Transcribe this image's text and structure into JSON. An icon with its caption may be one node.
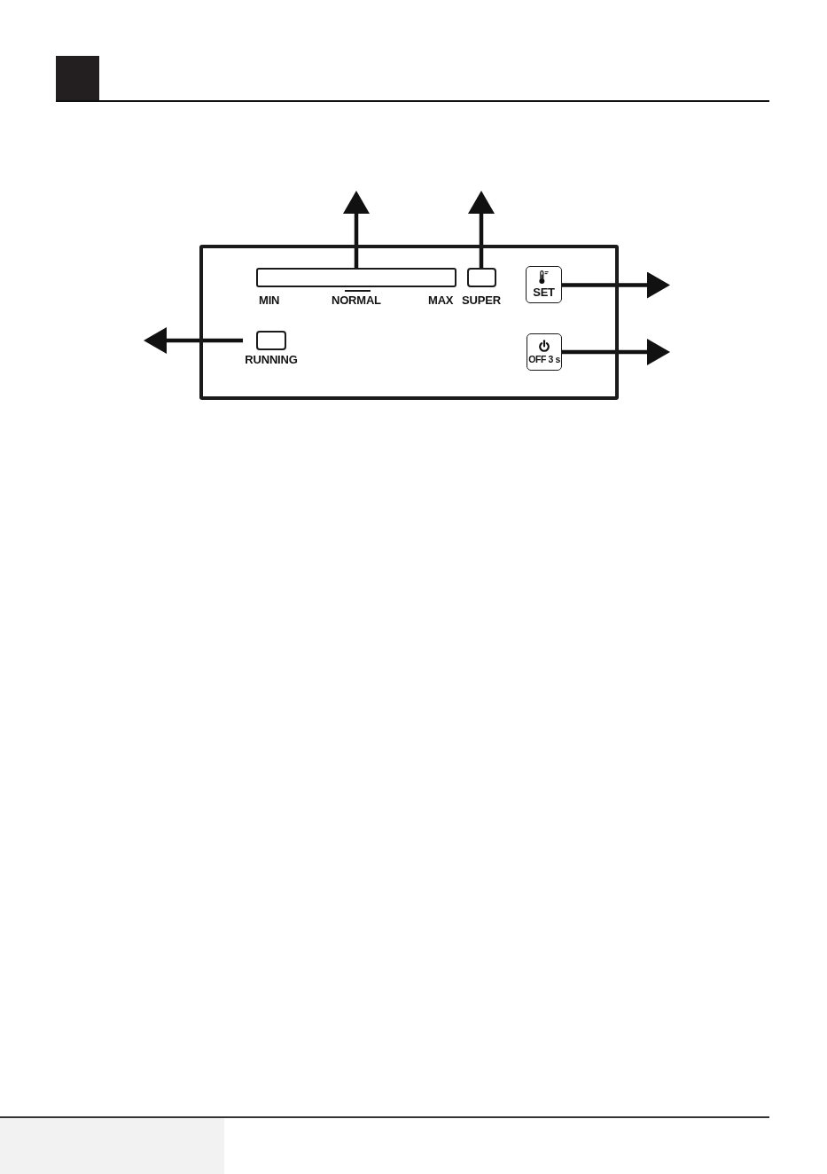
{
  "diagram": {
    "nodes": [
      {
        "text": [],
        "shape": "box"
      },
      {
        "text": [],
        "shape": "bar",
        "beside": [
          "MIN",
          "NORMAL",
          "MAX"
        ],
        "in": 0
      },
      {
        "text": [
          "SUPER"
        ],
        "in": 0
      },
      {
        "text": [
          "SET"
        ],
        "in": 0
      },
      {
        "text": [
          "RUNNING"
        ],
        "in": 0
      },
      {
        "text": [
          "OFF 3 s"
        ],
        "in": 0
      }
    ],
    "edges": [
      {
        "from": 1,
        "to": null,
        "arrow": "to"
      },
      {
        "from": 2,
        "to": null,
        "arrow": "to"
      },
      {
        "from": 3,
        "to": null,
        "arrow": "to"
      },
      {
        "from": 4,
        "to": null,
        "arrow": "to"
      },
      {
        "from": 5,
        "to": null,
        "arrow": "to"
      }
    ]
  }
}
